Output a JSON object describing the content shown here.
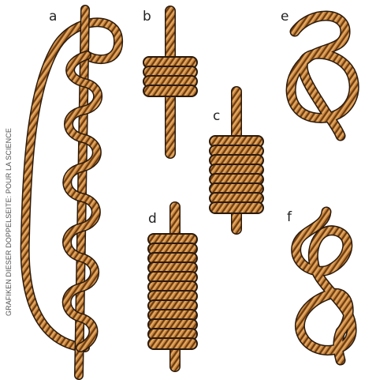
{
  "credit": "GRAFIKEN DIESER DOPPELSEITE: POUR LA SCIENCE",
  "panels": [
    {
      "id": "a",
      "label": "a",
      "icon": "long-rope-loop-with-wraps-icon"
    },
    {
      "id": "b",
      "label": "b",
      "icon": "short-coil-knot-icon"
    },
    {
      "id": "c",
      "label": "c",
      "icon": "medium-coil-knot-icon"
    },
    {
      "id": "d",
      "label": "d",
      "icon": "tall-coil-knot-icon"
    },
    {
      "id": "e",
      "label": "e",
      "icon": "overhand-knot-icon"
    },
    {
      "id": "f",
      "label": "f",
      "icon": "figure-eight-knot-icon"
    }
  ],
  "colors": {
    "rope": "#c8843a",
    "rope_light": "#e3ad6a",
    "rope_dark": "#6b3c14",
    "outline": "#2b1a0c",
    "text": "#222222"
  }
}
